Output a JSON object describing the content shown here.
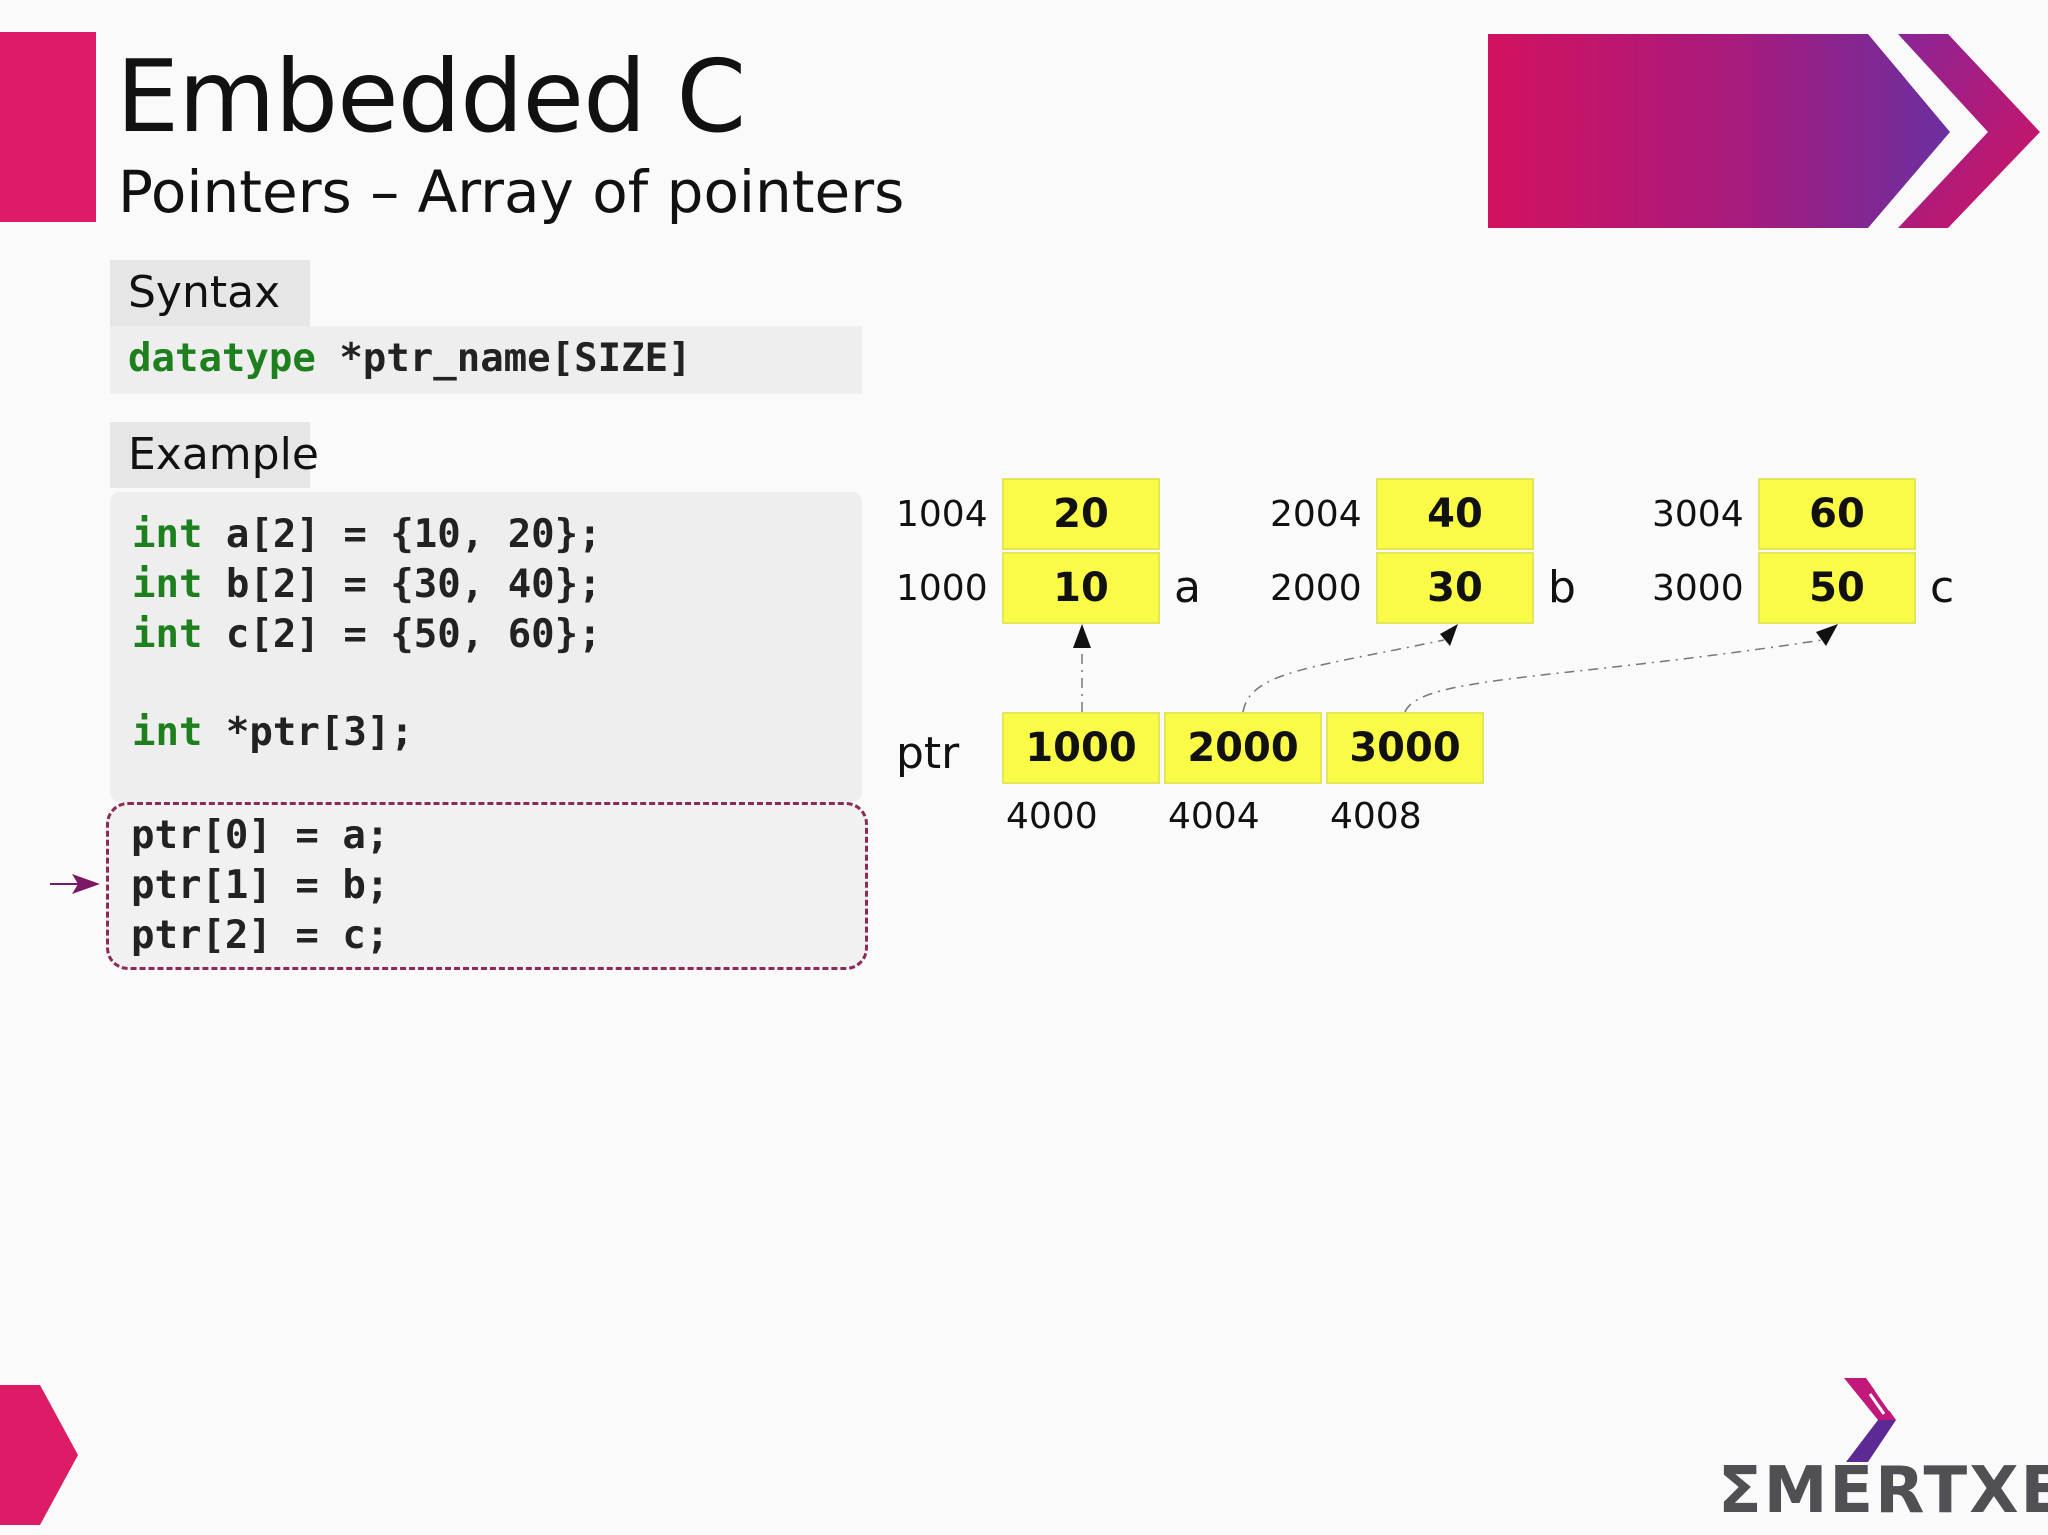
{
  "slide": {
    "title": "Embedded C",
    "subtitle": "Pointers – Array of pointers",
    "colors": {
      "accent_pink": "#dd1b66",
      "accent_purple": "#6b2fa0",
      "cell_yellow": "#fafb47",
      "keyword_green": "#1d7f1d"
    }
  },
  "syntax": {
    "label": "Syntax",
    "keyword": "datatype",
    "rest": " *ptr_name[SIZE]"
  },
  "example": {
    "label": "Example",
    "decl_lines": [
      {
        "kw": "int",
        "rest": " a[2] = {10, 20};"
      },
      {
        "kw": "int",
        "rest": " b[2] = {30, 40};"
      },
      {
        "kw": "int",
        "rest": " c[2] = {50, 60};"
      }
    ],
    "ptr_decl": {
      "kw": "int",
      "rest": " *ptr[3];"
    },
    "assign_lines": [
      "ptr[0] = a;",
      "ptr[1] = b;",
      "ptr[2] = c;"
    ]
  },
  "diagram": {
    "arrays": [
      {
        "name": "a",
        "cells": [
          {
            "addr": "1004",
            "value": "20"
          },
          {
            "addr": "1000",
            "value": "10"
          }
        ]
      },
      {
        "name": "b",
        "cells": [
          {
            "addr": "2004",
            "value": "40"
          },
          {
            "addr": "2000",
            "value": "30"
          }
        ]
      },
      {
        "name": "c",
        "cells": [
          {
            "addr": "3004",
            "value": "60"
          },
          {
            "addr": "3000",
            "value": "50"
          }
        ]
      }
    ],
    "ptr": {
      "name": "ptr",
      "cells": [
        {
          "value": "1000",
          "addr": "4000"
        },
        {
          "value": "2000",
          "addr": "4004"
        },
        {
          "value": "3000",
          "addr": "4008"
        }
      ]
    }
  },
  "footer": {
    "logo_text": "ΣMERTXE",
    "icons": [
      "chevron-right-icon",
      "emertxe-logo-icon",
      "pointer-arrow-icon"
    ]
  }
}
